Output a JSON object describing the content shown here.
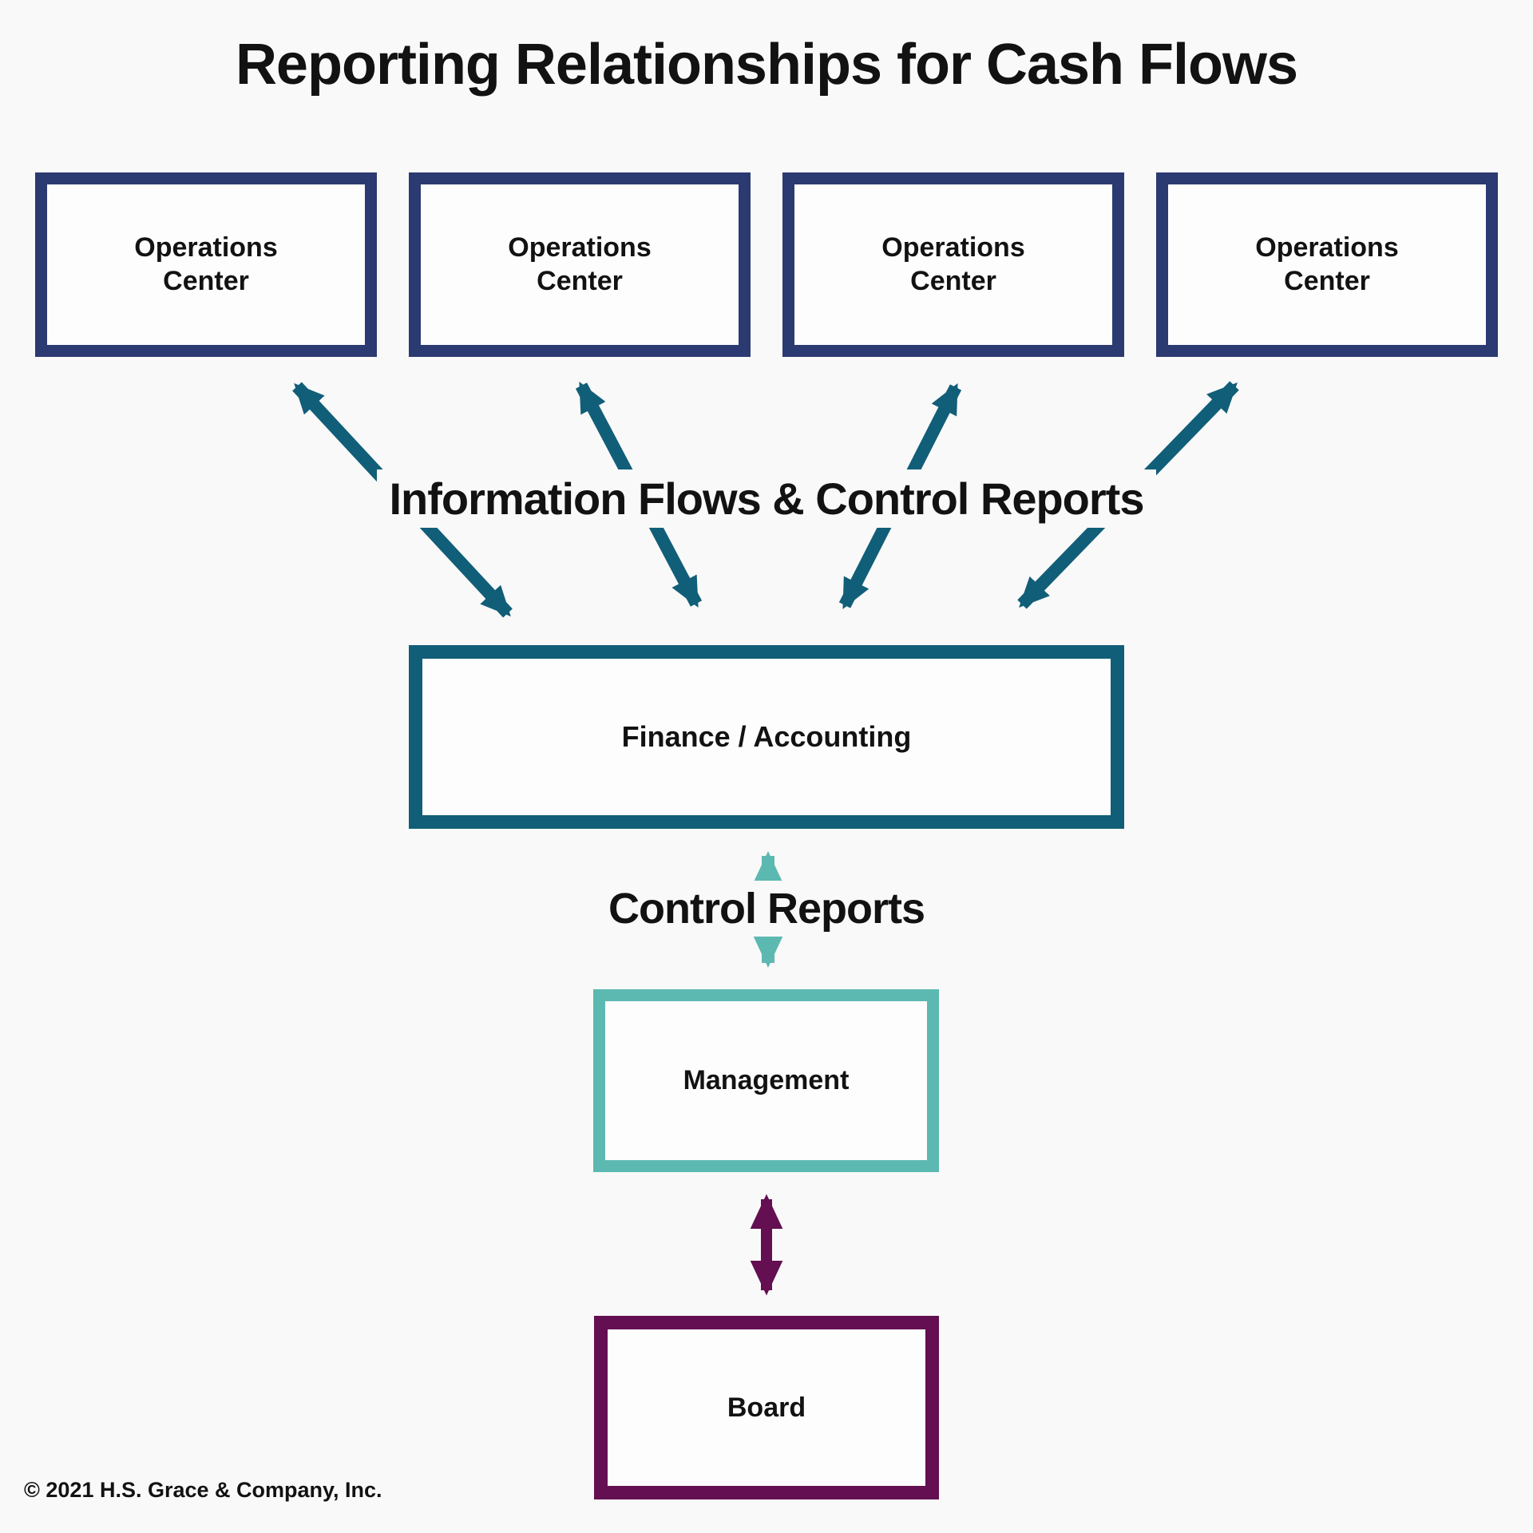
{
  "title": "Reporting Relationships for Cash Flows",
  "operations_centers": [
    {
      "label": "Operations\nCenter"
    },
    {
      "label": "Operations\nCenter"
    },
    {
      "label": "Operations\nCenter"
    },
    {
      "label": "Operations\nCenter"
    }
  ],
  "labels": {
    "information_flows": "Information Flows & Control Reports",
    "control_reports": "Control Reports"
  },
  "finance": {
    "label": "Finance / Accounting"
  },
  "management": {
    "label": "Management"
  },
  "board": {
    "label": "Board"
  },
  "footer": {
    "copyright": "© 2021 H.S. Grace & Company, Inc."
  },
  "colors": {
    "bg": "#f9f9f9",
    "ink": "#121212",
    "navy": "#2c3a72",
    "dark_teal": "#115e78",
    "light_teal": "#5cb9b1",
    "purple": "#630f51",
    "box_fill": "#fdfdfd"
  }
}
